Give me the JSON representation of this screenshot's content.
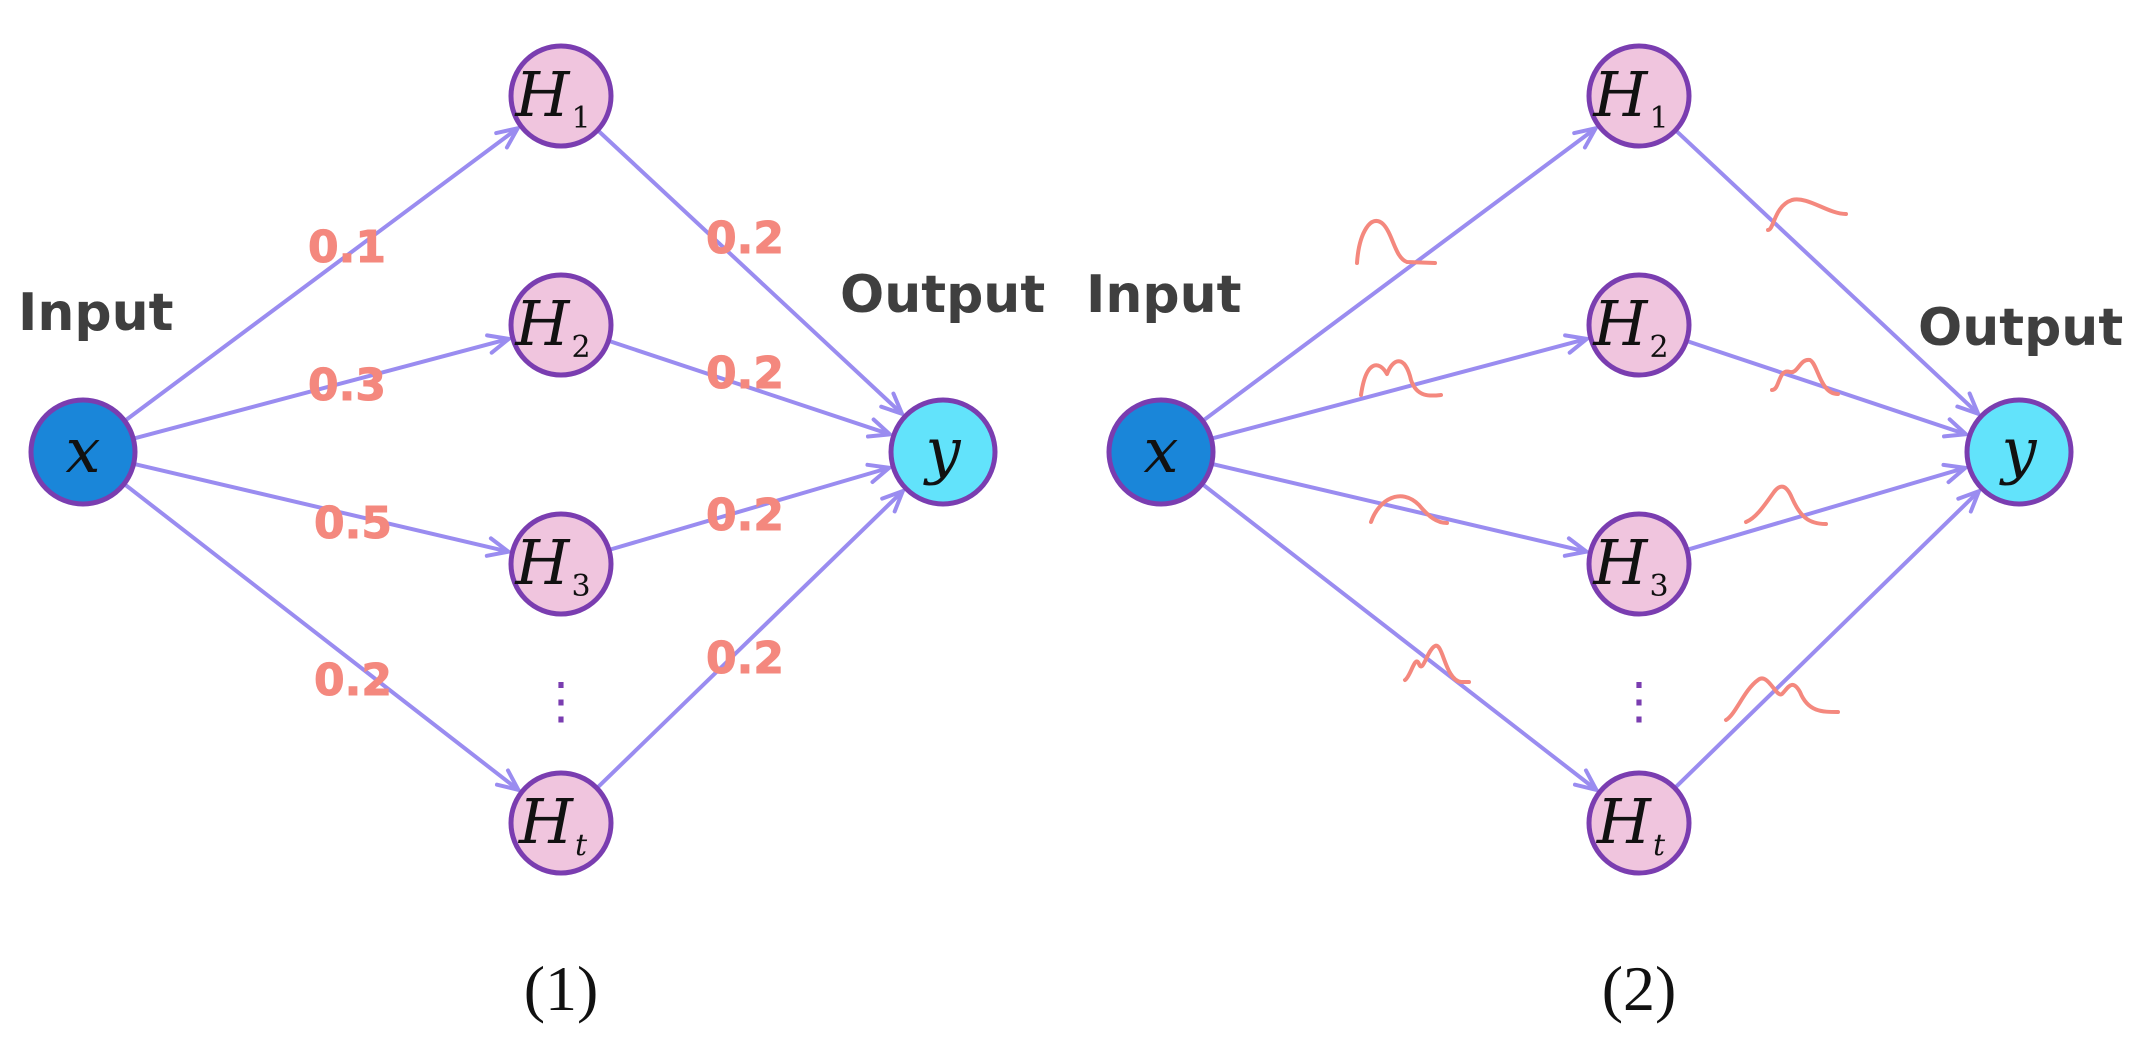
{
  "panels": [
    {
      "id": "panel-1",
      "input_label": "Input",
      "output_label": "Output",
      "input_node": "x",
      "output_node": "y",
      "hidden_nodes": [
        {
          "main": "H",
          "sub": "1"
        },
        {
          "main": "H",
          "sub": "2"
        },
        {
          "main": "H",
          "sub": "3"
        },
        {
          "main": "H",
          "sub": "t"
        }
      ],
      "input_weights": [
        "0.1",
        "0.3",
        "0.5",
        "0.2"
      ],
      "output_weights": [
        "0.2",
        "0.2",
        "0.2",
        "0.2"
      ],
      "ellipsis": "⋮",
      "caption": "(1)"
    },
    {
      "id": "panel-2",
      "input_label": "Input",
      "output_label": "Output",
      "input_node": "x",
      "output_node": "y",
      "hidden_nodes": [
        {
          "main": "H",
          "sub": "1"
        },
        {
          "main": "H",
          "sub": "2"
        },
        {
          "main": "H",
          "sub": "3"
        },
        {
          "main": "H",
          "sub": "t"
        }
      ],
      "weights_shown_as": "distribution-curves",
      "ellipsis": "⋮",
      "caption": "(2)"
    }
  ],
  "colors": {
    "input_node_fill": "#1a86d9",
    "output_node_fill": "#62e3fb",
    "hidden_node_fill": "#f0c5de",
    "node_stroke": "#7a3db0",
    "edge": "#9a8cf0",
    "weight_label": "#f4887e",
    "io_label": "#3f3f3f",
    "ellipsis": "#7a3db0"
  }
}
